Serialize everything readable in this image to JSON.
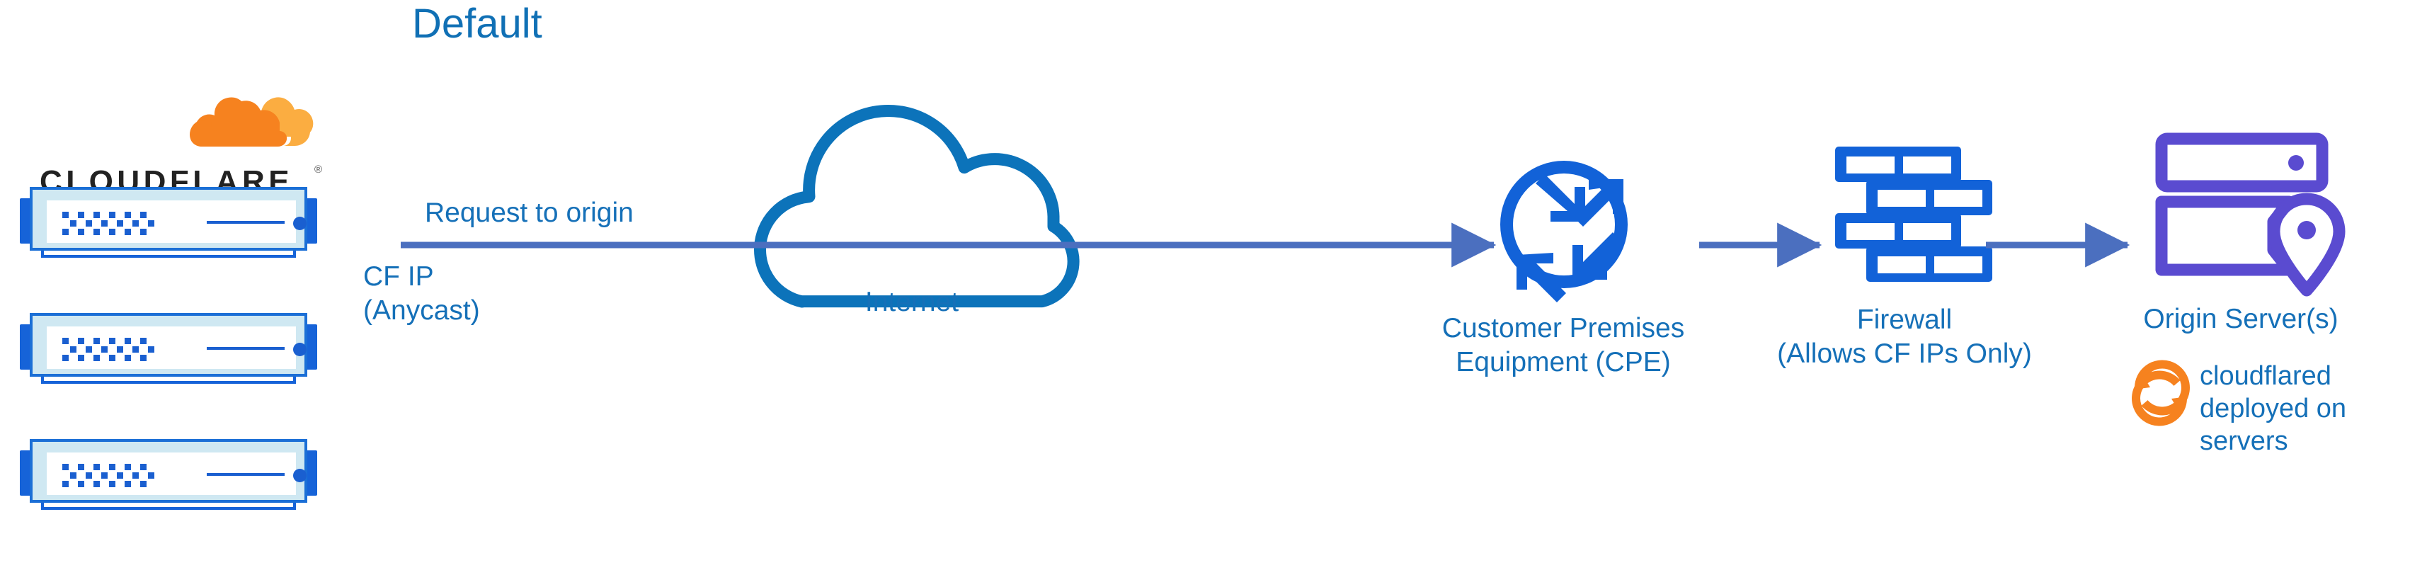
{
  "title": "Default",
  "brand": {
    "logo_name": "cloudflare-logo",
    "wordmark": "CLOUDFLARE",
    "registered_mark": "®"
  },
  "colors": {
    "title_blue": "#1070B5",
    "label_blue": "#1570B8",
    "icon_blue": "#1262D8",
    "cloud_blue": "#0C73BA",
    "arrow_blue": "#4B6FBF",
    "origin_purple": "#5A4BD0",
    "cloudflare_orange": "#F6821F",
    "cloudflare_orange_light": "#FBAD41",
    "wordmark_black": "#222222",
    "server_frame_fill": "#CFE8F2",
    "server_frame_stroke": "#1B6FD6"
  },
  "nodes": {
    "edge_servers": {
      "icon": "network-switch-icon",
      "count": 3
    },
    "request_flow": {
      "label": "Request to origin"
    },
    "cf_ip": {
      "label": "CF IP\n(Anycast)"
    },
    "internet": {
      "icon": "cloud-icon",
      "label": "Internet"
    },
    "cpe": {
      "icon": "router-icon",
      "label": "Customer Premises\nEquipment (CPE)"
    },
    "firewall": {
      "icon": "brick-wall-icon",
      "label": "Firewall\n(Allows CF IPs Only)"
    },
    "origin": {
      "icon": "server-rack-location-icon",
      "label": "Origin Server(s)"
    },
    "cloudflared": {
      "icon": "sync-arrows-icon",
      "label": "cloudflared deployed on servers"
    }
  },
  "connectors": [
    {
      "name": "edge-to-cpe-arrow",
      "from": "edge_servers",
      "to": "cpe"
    },
    {
      "name": "cpe-to-firewall-arrow",
      "from": "cpe",
      "to": "firewall"
    },
    {
      "name": "firewall-to-origin-arrow",
      "from": "firewall",
      "to": "origin"
    }
  ]
}
